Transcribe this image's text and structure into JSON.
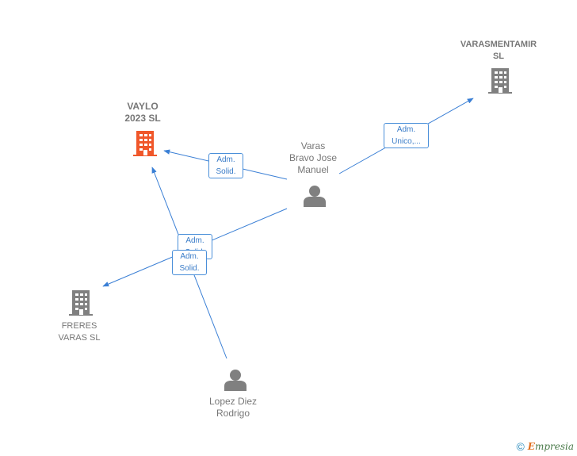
{
  "nodes": {
    "vaylo": {
      "label": "VAYLO\n2023  SL",
      "type": "company",
      "color": "#f0572a"
    },
    "varasmentamir": {
      "label": "VARASMENTAMIR\nSL",
      "type": "company",
      "color": "#808080"
    },
    "freres": {
      "label": "FRERES\nVARAS  SL",
      "type": "company",
      "color": "#808080"
    },
    "varas_bravo": {
      "label": "Varas\nBravo Jose\nManuel",
      "type": "person",
      "color": "#808080"
    },
    "lopez_diez": {
      "label": "Lopez Diez\nRodrigo",
      "type": "person",
      "color": "#808080"
    }
  },
  "edges": [
    {
      "from": "varas_bravo",
      "to": "vaylo",
      "label": "Adm.\nSolid."
    },
    {
      "from": "varas_bravo",
      "to": "varasmentamir",
      "label": "Adm.\nUnico,..."
    },
    {
      "from": "varas_bravo",
      "to": "freres",
      "label": "Adm.\nSolid."
    },
    {
      "from": "lopez_diez",
      "to": "vaylo",
      "label": "Adm.\nSolid."
    }
  ],
  "edge_color": "#3a7fd5",
  "footer": {
    "copyright": "©",
    "brand_initial": "E",
    "brand_rest": "mpresia"
  }
}
